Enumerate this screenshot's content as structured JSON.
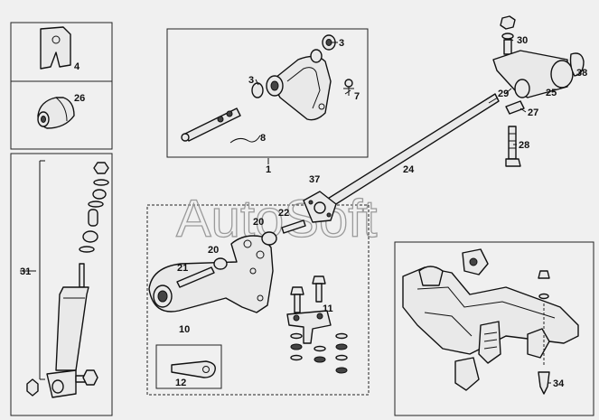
{
  "watermark": "AutoSoft",
  "callouts": {
    "c1": "1",
    "c3a": "3",
    "c3b": "3",
    "c4": "4",
    "c7": "7",
    "c8": "8",
    "c10": "10",
    "c11": "11",
    "c12": "12",
    "c20a": "20",
    "c20b": "20",
    "c21": "21",
    "c22": "22",
    "c24": "24",
    "c25": "25",
    "c26": "26",
    "c27": "27",
    "c28": "28",
    "c29": "29",
    "c30": "30",
    "c31": "31",
    "c34": "34",
    "c37": "37",
    "c38": "38"
  }
}
